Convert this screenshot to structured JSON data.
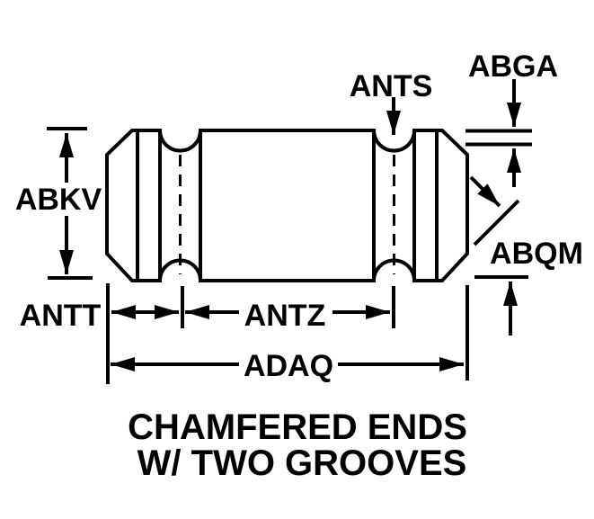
{
  "diagram": {
    "labels": {
      "abkv": "ABKV",
      "ants": "ANTS",
      "abga": "ABGA",
      "abqm": "ABQM",
      "antt": "ANTT",
      "antz": "ANTZ",
      "adaq": "ADAQ"
    },
    "caption": {
      "line1": "CHAMFERED ENDS",
      "line2": "W/ TWO GROOVES"
    },
    "colors": {
      "line": "#000000",
      "background": "#ffffff"
    }
  }
}
